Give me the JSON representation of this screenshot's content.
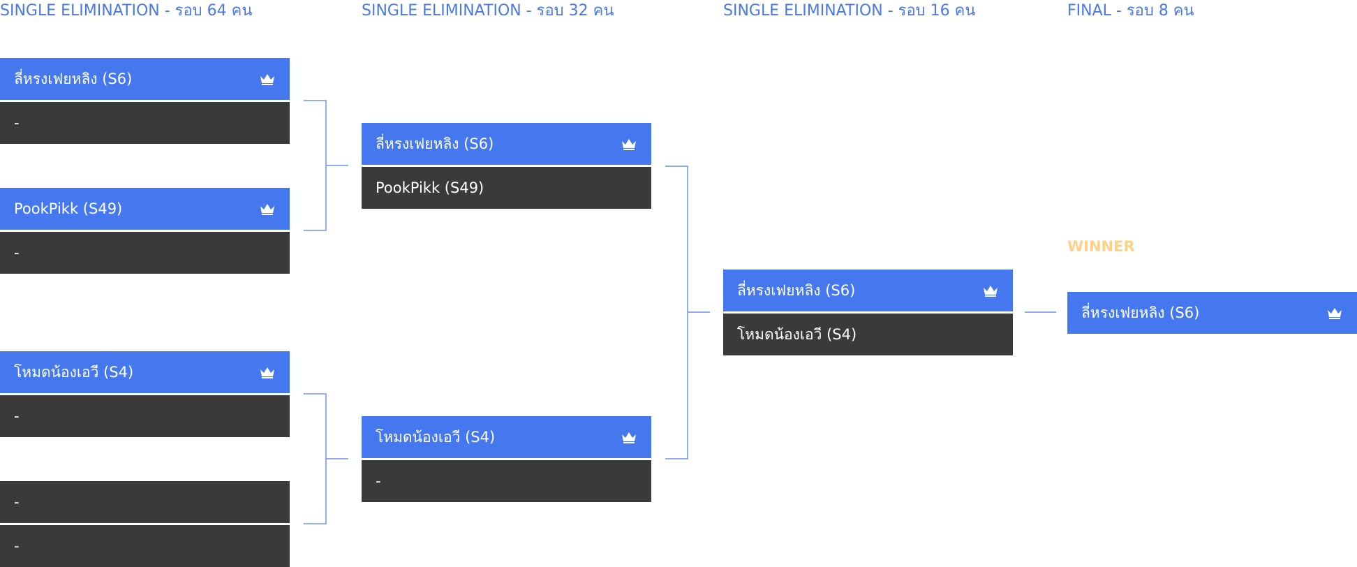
{
  "rounds": {
    "r64": {
      "title": "SINGLE ELIMINATION - รอบ 64 คน"
    },
    "r32": {
      "title": "SINGLE ELIMINATION - รอบ 32 คน"
    },
    "r16": {
      "title": "SINGLE ELIMINATION - รอบ 16 คน"
    },
    "final": {
      "title": "FINAL - รอบ 8 คน"
    }
  },
  "matches": {
    "r64": [
      {
        "top": "ลี่หรงเฟยหลิง (S6)",
        "bottom": "-"
      },
      {
        "top": "PookPikk (S49)",
        "bottom": "-"
      },
      {
        "top": "โหมดน้องเอวี (S4)",
        "bottom": "-"
      },
      {
        "top": "-",
        "bottom": "-"
      }
    ],
    "r32": [
      {
        "top": "ลี่หรงเฟยหลิง (S6)",
        "bottom": "PookPikk (S49)"
      },
      {
        "top": "โหมดน้องเอวี (S4)",
        "bottom": "-"
      }
    ],
    "r16": [
      {
        "top": "ลี่หรงเฟยหลิง (S6)",
        "bottom": "โหมดน้องเอวี (S4)"
      }
    ]
  },
  "winner": {
    "label": "WINNER",
    "name": "ลี่หรงเฟยหลิง (S6)"
  },
  "icons": {
    "win_marker": "crown-icon"
  },
  "colors": {
    "winner_slot": "#4577ee",
    "loser_slot": "#3a3a3a",
    "title": "#4a78e6",
    "winner_label": "#ffd08a",
    "connector": "#6f93ea"
  }
}
